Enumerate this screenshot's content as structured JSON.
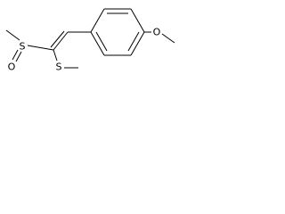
{
  "structure": {
    "atoms": {
      "sulfoxide_sulfur": "S",
      "sulfoxide_oxygen": "O",
      "thioether_sulfur": "S",
      "methoxy_oxygen": "O"
    }
  }
}
